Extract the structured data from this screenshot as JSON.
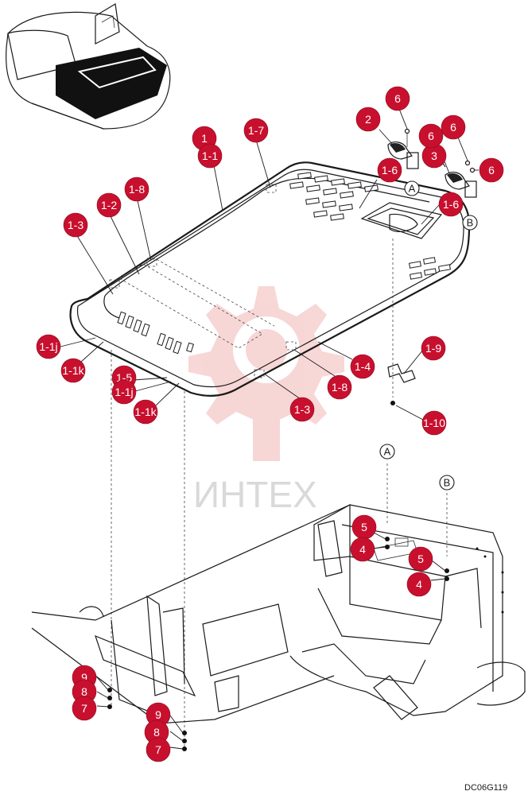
{
  "watermark": {
    "text": "ИНТЕХ",
    "color": "#f2b6b6"
  },
  "drawing_code": "DC06G119",
  "bubble_color": "#c8102e",
  "callouts": [
    {
      "id": "c-1a",
      "label": "1"
    },
    {
      "id": "c-1b",
      "label": "1-1"
    },
    {
      "id": "c-17",
      "label": "1-7"
    },
    {
      "id": "c-18a",
      "label": "1-8"
    },
    {
      "id": "c-12",
      "label": "1-2"
    },
    {
      "id": "c-13a",
      "label": "1-3"
    },
    {
      "id": "c-1j1",
      "label": "1-1j"
    },
    {
      "id": "c-1k1",
      "label": "1-1k"
    },
    {
      "id": "c-15",
      "label": "1-5"
    },
    {
      "id": "c-1j2",
      "label": "1-1j"
    },
    {
      "id": "c-1k2",
      "label": "1-1k"
    },
    {
      "id": "c-13b",
      "label": "1-3"
    },
    {
      "id": "c-18b",
      "label": "1-8"
    },
    {
      "id": "c-14",
      "label": "1-4"
    },
    {
      "id": "c-16a",
      "label": "1-6"
    },
    {
      "id": "c-16b",
      "label": "1-6"
    },
    {
      "id": "c-19",
      "label": "1-9"
    },
    {
      "id": "c-110",
      "label": "1-10"
    },
    {
      "id": "c-2",
      "label": "2"
    },
    {
      "id": "c-3",
      "label": "3"
    },
    {
      "id": "c-6a",
      "label": "6"
    },
    {
      "id": "c-6b",
      "label": "6"
    },
    {
      "id": "c-6c",
      "label": "6"
    },
    {
      "id": "c-6d",
      "label": "6"
    },
    {
      "id": "c-5a",
      "label": "5"
    },
    {
      "id": "c-4a",
      "label": "4"
    },
    {
      "id": "c-5b",
      "label": "5"
    },
    {
      "id": "c-4b",
      "label": "4"
    },
    {
      "id": "c-9a",
      "label": "9"
    },
    {
      "id": "c-8a",
      "label": "8"
    },
    {
      "id": "c-7a",
      "label": "7"
    },
    {
      "id": "c-9b",
      "label": "9"
    },
    {
      "id": "c-8b",
      "label": "8"
    },
    {
      "id": "c-7b",
      "label": "7"
    }
  ],
  "references": [
    {
      "id": "ref-a-top",
      "label": "A"
    },
    {
      "id": "ref-b-top",
      "label": "B"
    },
    {
      "id": "ref-a-bottom",
      "label": "A"
    },
    {
      "id": "ref-b-bottom",
      "label": "B"
    }
  ]
}
